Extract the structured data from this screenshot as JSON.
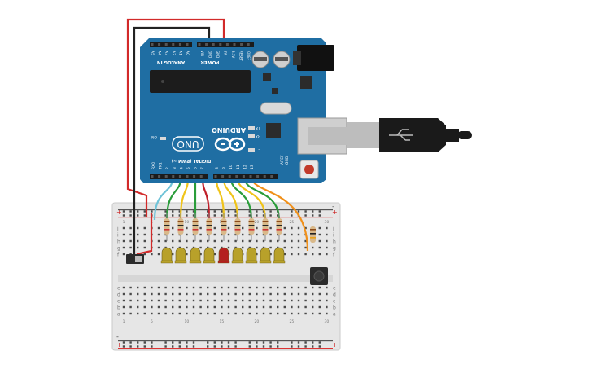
{
  "board": {
    "pcb_color": "#1f6ea3",
    "analog_label": "ANALOG IN",
    "power_label": "POWER",
    "digital_label": "DIGITAL (PWM ~)",
    "uno_label": "UNO",
    "arduino_label": "ARDUINO",
    "on_label": "ON",
    "tx_label": "TX",
    "rx_label": "RX",
    "l_label": "L",
    "aref_label": "AREF",
    "gnd_label": "GND",
    "analog_pins": [
      "A5",
      "A4",
      "A3",
      "A2",
      "A1",
      "A0"
    ],
    "power_pins": [
      "VIN",
      "GND",
      "GND",
      "5V",
      "3.3V",
      "RESET",
      "IOREF"
    ],
    "digital_pins": [
      "RX0",
      "TX1",
      "2",
      "3",
      "4",
      "5",
      "6",
      "7",
      "8",
      "9",
      "10",
      "11",
      "12",
      "13"
    ]
  },
  "breadboard": {
    "row_labels_top": [
      "j",
      "i",
      "h",
      "g",
      "f"
    ],
    "row_labels_bottom": [
      "e",
      "d",
      "c",
      "b",
      "a"
    ],
    "column_numbers": [
      "1",
      "5",
      "10",
      "15",
      "20",
      "25",
      "30"
    ],
    "rail_plus": "+",
    "rail_minus": "-"
  },
  "components": {
    "led_colors": [
      "#b8a12a",
      "#b8a12a",
      "#b8a12a",
      "#b8a12a",
      "#b41f1f",
      "#b8a12a",
      "#b8a12a",
      "#b8a12a",
      "#b8a12a"
    ],
    "wire_colors": [
      "#6fc3d8",
      "#2a9d3a",
      "#f0c419",
      "#2a9d3a",
      "#c0202a",
      "#f0c419",
      "#f0c419",
      "#2a9d3a",
      "#f0c419",
      "#2a9d3a",
      "#f0901a"
    ],
    "red_wire": "#d22a2a",
    "black_wire": "#222222"
  }
}
